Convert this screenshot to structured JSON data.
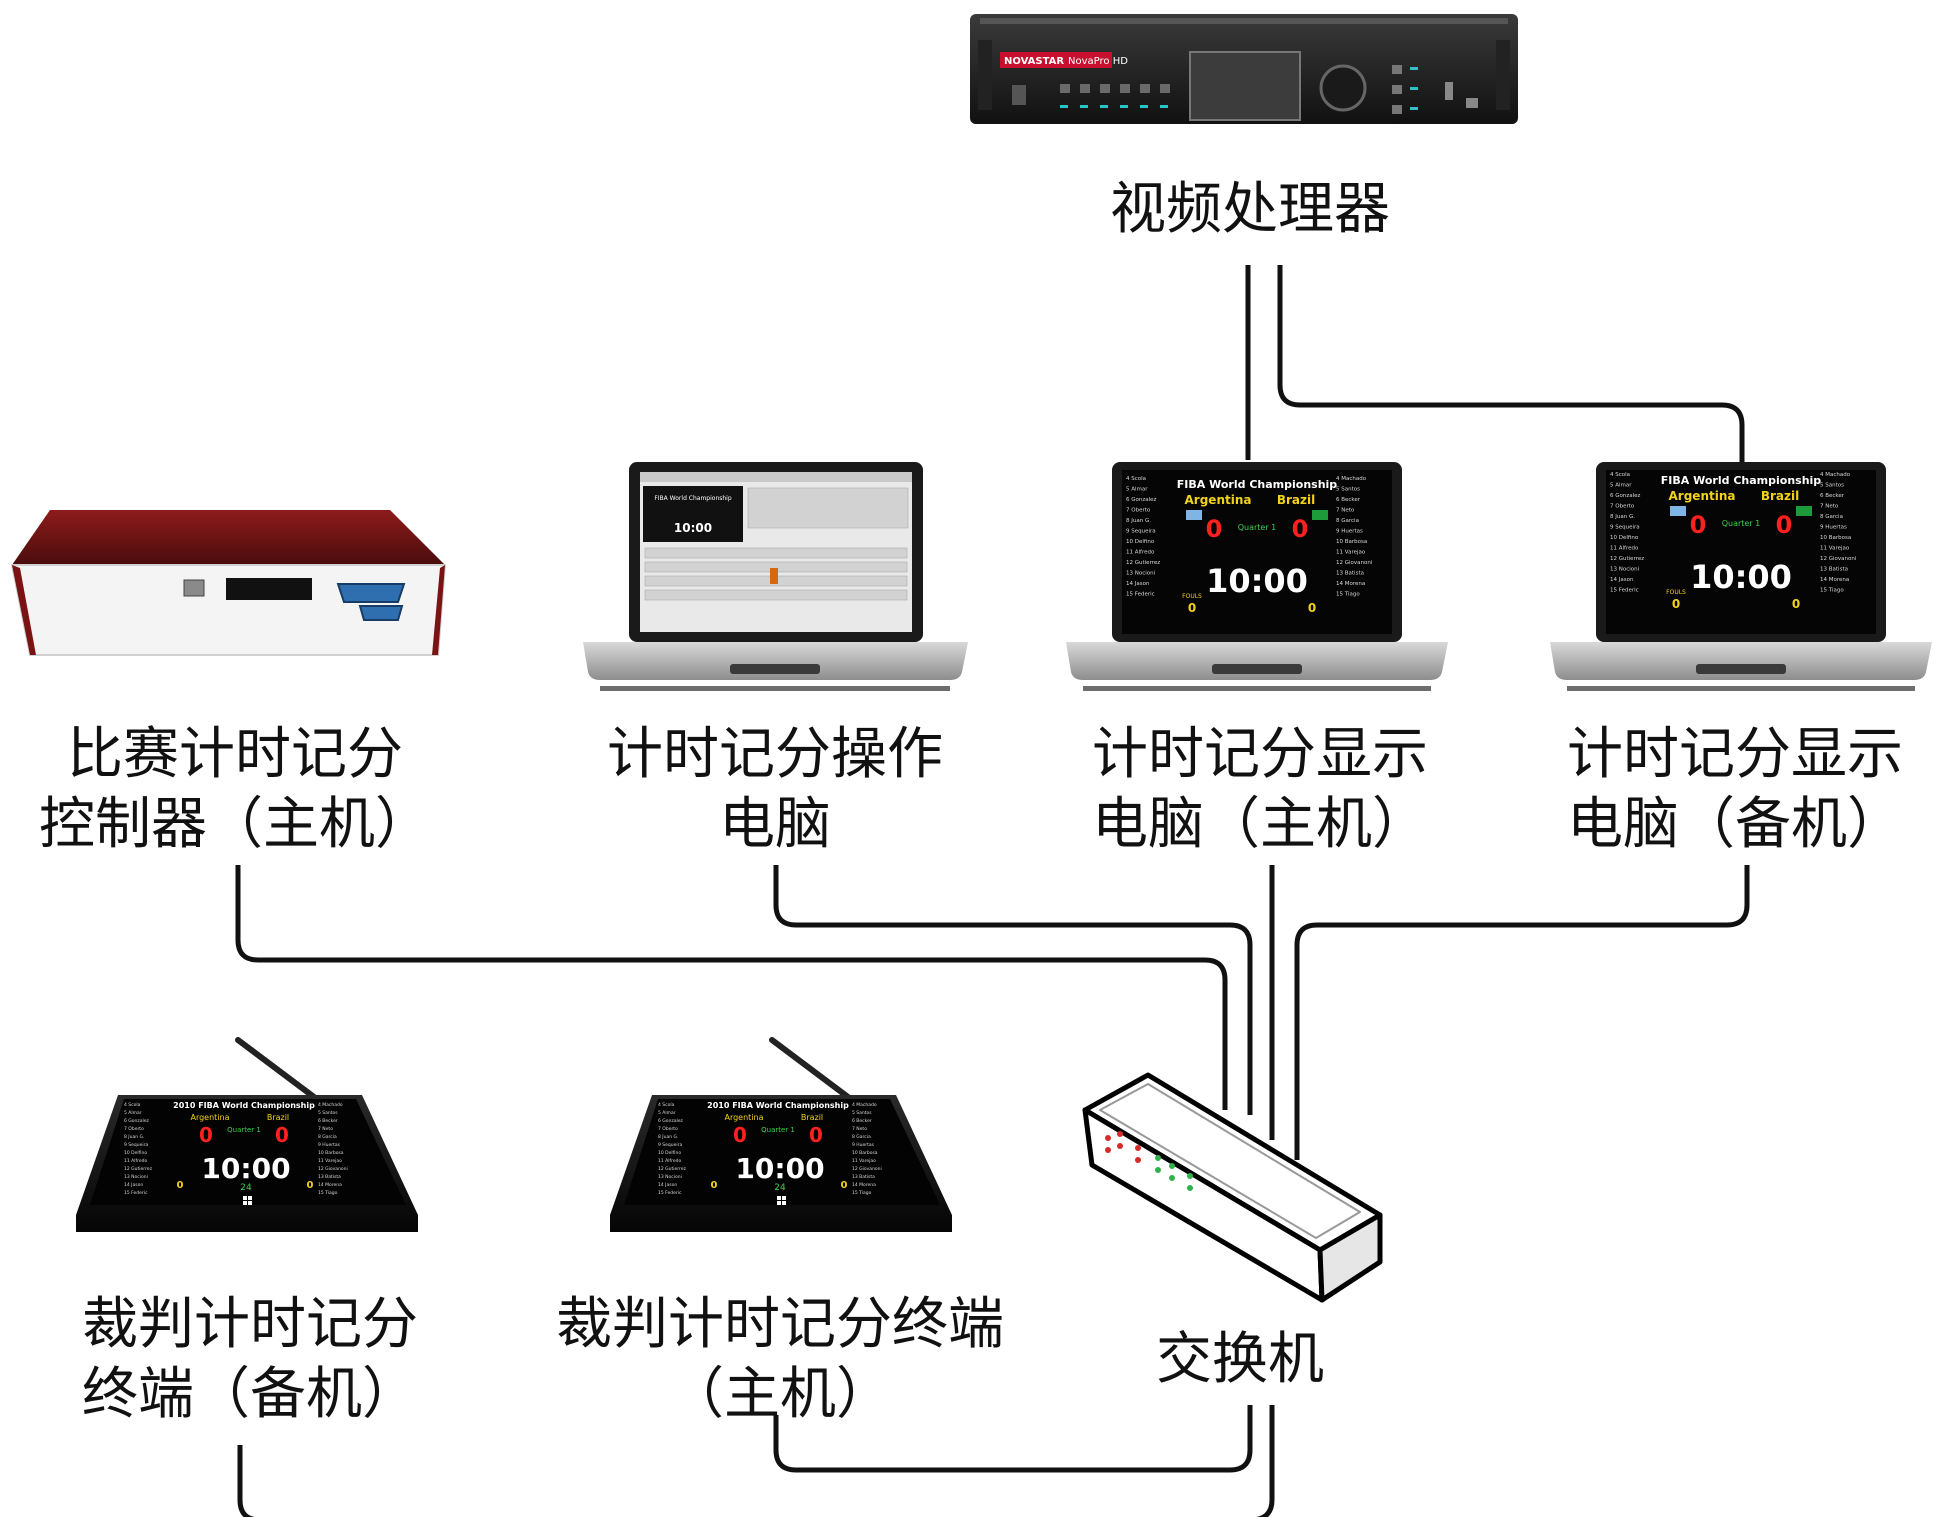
{
  "nodes": {
    "processor": {
      "lines": [
        "视频处理器"
      ],
      "brand": "NOVASTAR",
      "model": "NovaPro HD"
    },
    "controller": {
      "lines": [
        "比赛计时记分",
        "控制器（主机）"
      ]
    },
    "op_pc": {
      "lines": [
        "计时记分操作",
        "电脑"
      ]
    },
    "disp_main": {
      "lines": [
        "计时记分显示",
        "电脑（主机）"
      ]
    },
    "disp_backup": {
      "lines": [
        "计时记分显示",
        "电脑（备机）"
      ]
    },
    "ref_backup": {
      "lines": [
        "裁判计时记分",
        "终端（备机）"
      ]
    },
    "ref_main": {
      "lines": [
        "裁判计时记分终端",
        "（主机）"
      ]
    },
    "switch": {
      "lines": [
        "交换机"
      ]
    }
  },
  "scoreboard": {
    "title": "FIBA World Championship",
    "title_tablet": "2010 FIBA World Championship",
    "team_a": "Argentina",
    "team_b": "Brazil",
    "score_a": "0",
    "score_b": "0",
    "period": "Quarter 1",
    "clock": "10:00",
    "fouls_label": "FOULS",
    "fouls_a": "0",
    "fouls_b": "0",
    "shot_clock": "24",
    "roster_a": [
      "4 Scola",
      "5 Almar",
      "6 Gonzalez",
      "7 Oberto",
      "8 Juan G.",
      "9 Sequeira",
      "10 Delfino",
      "11 Alfredo",
      "12 Gutierrez",
      "13 Nocioni",
      "14 Jason",
      "15 Federic"
    ],
    "roster_b": [
      "4 Machado",
      "5 Santos",
      "6 Becker",
      "7 Neto",
      "8 Garcia",
      "9 Huertas",
      "10 Barbosa",
      "11 Varejao",
      "12 Giovanoni",
      "13 Batista",
      "14 Morena",
      "15 Tiago"
    ]
  },
  "colors": {
    "line": "#111111",
    "accent_red": "#c8102e",
    "score_red": "#ff2020",
    "team_yellow": "#f2d21b",
    "period_green": "#3bd24a",
    "controller_red": "#6e1414"
  }
}
